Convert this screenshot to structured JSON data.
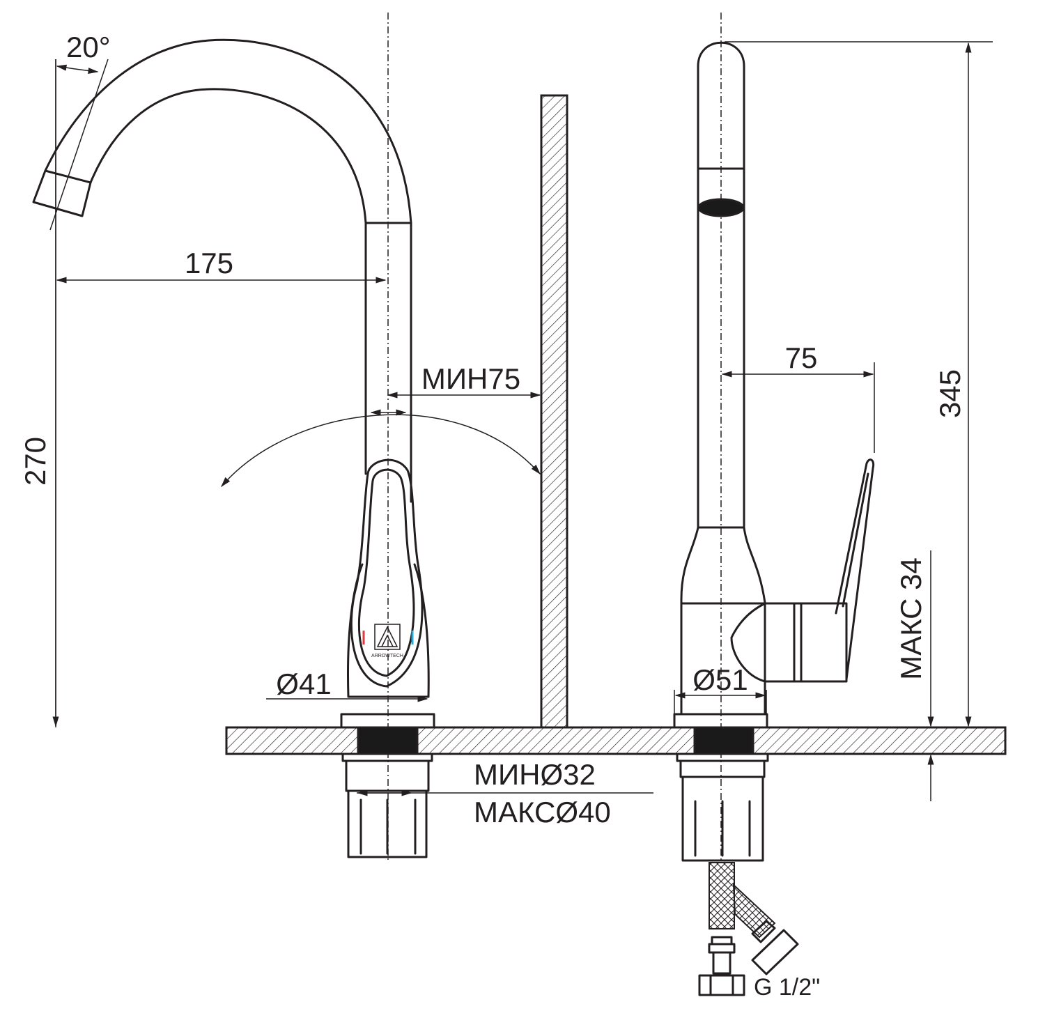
{
  "dimensions": {
    "spout_angle": "20°",
    "spout_reach": "175",
    "spout_height": "270",
    "wall_clearance": "МИН75",
    "body_diameter_front": "Ø41",
    "body_diameter_side": "Ø51",
    "handle_reach": "75",
    "total_height": "345",
    "max_countertop": "МАКС 34",
    "hole_min": "МИНØ32",
    "hole_max": "МАКСØ40",
    "hose_thread": "G 1/2\""
  },
  "logo": {
    "text": "ARROWTECH"
  },
  "colors": {
    "line": "#231f20",
    "hot_mark": "#e0393e",
    "cold_mark": "#2aa9d6",
    "background": "#ffffff"
  }
}
